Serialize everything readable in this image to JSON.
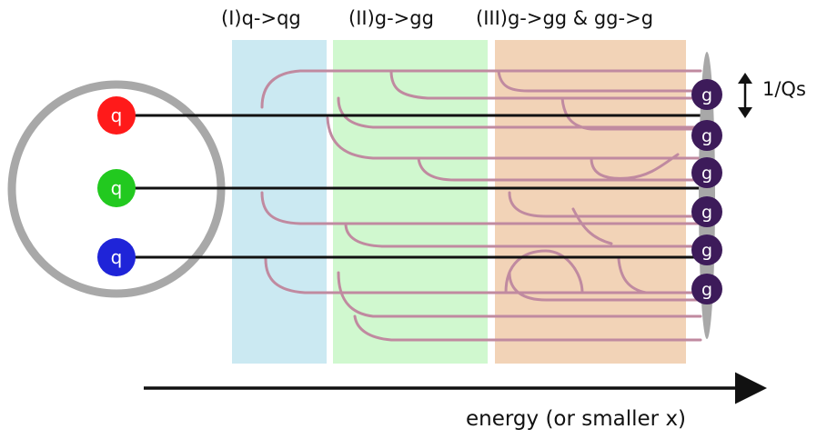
{
  "regions": [
    {
      "label": "(I)q->qg",
      "color": "#cbe9f2"
    },
    {
      "label": "(II)g->gg",
      "color": "#d0f8cf"
    },
    {
      "label": "(III)g->gg & gg->g",
      "color": "#f2d3b7"
    }
  ],
  "quarks": [
    {
      "symbol": "q",
      "color": "#ff1a1a"
    },
    {
      "symbol": "q",
      "color": "#22c91f"
    },
    {
      "symbol": "q",
      "color": "#1f24d8"
    }
  ],
  "gluons": [
    "g",
    "g",
    "g",
    "g",
    "g",
    "g"
  ],
  "gluon_color": "#3d1b5a",
  "hadron_ring_color": "#a8a8a8",
  "gluon_line_color": "#c08aa0",
  "scale_label": "1/Qs",
  "axis_label": "energy (or smaller x)"
}
